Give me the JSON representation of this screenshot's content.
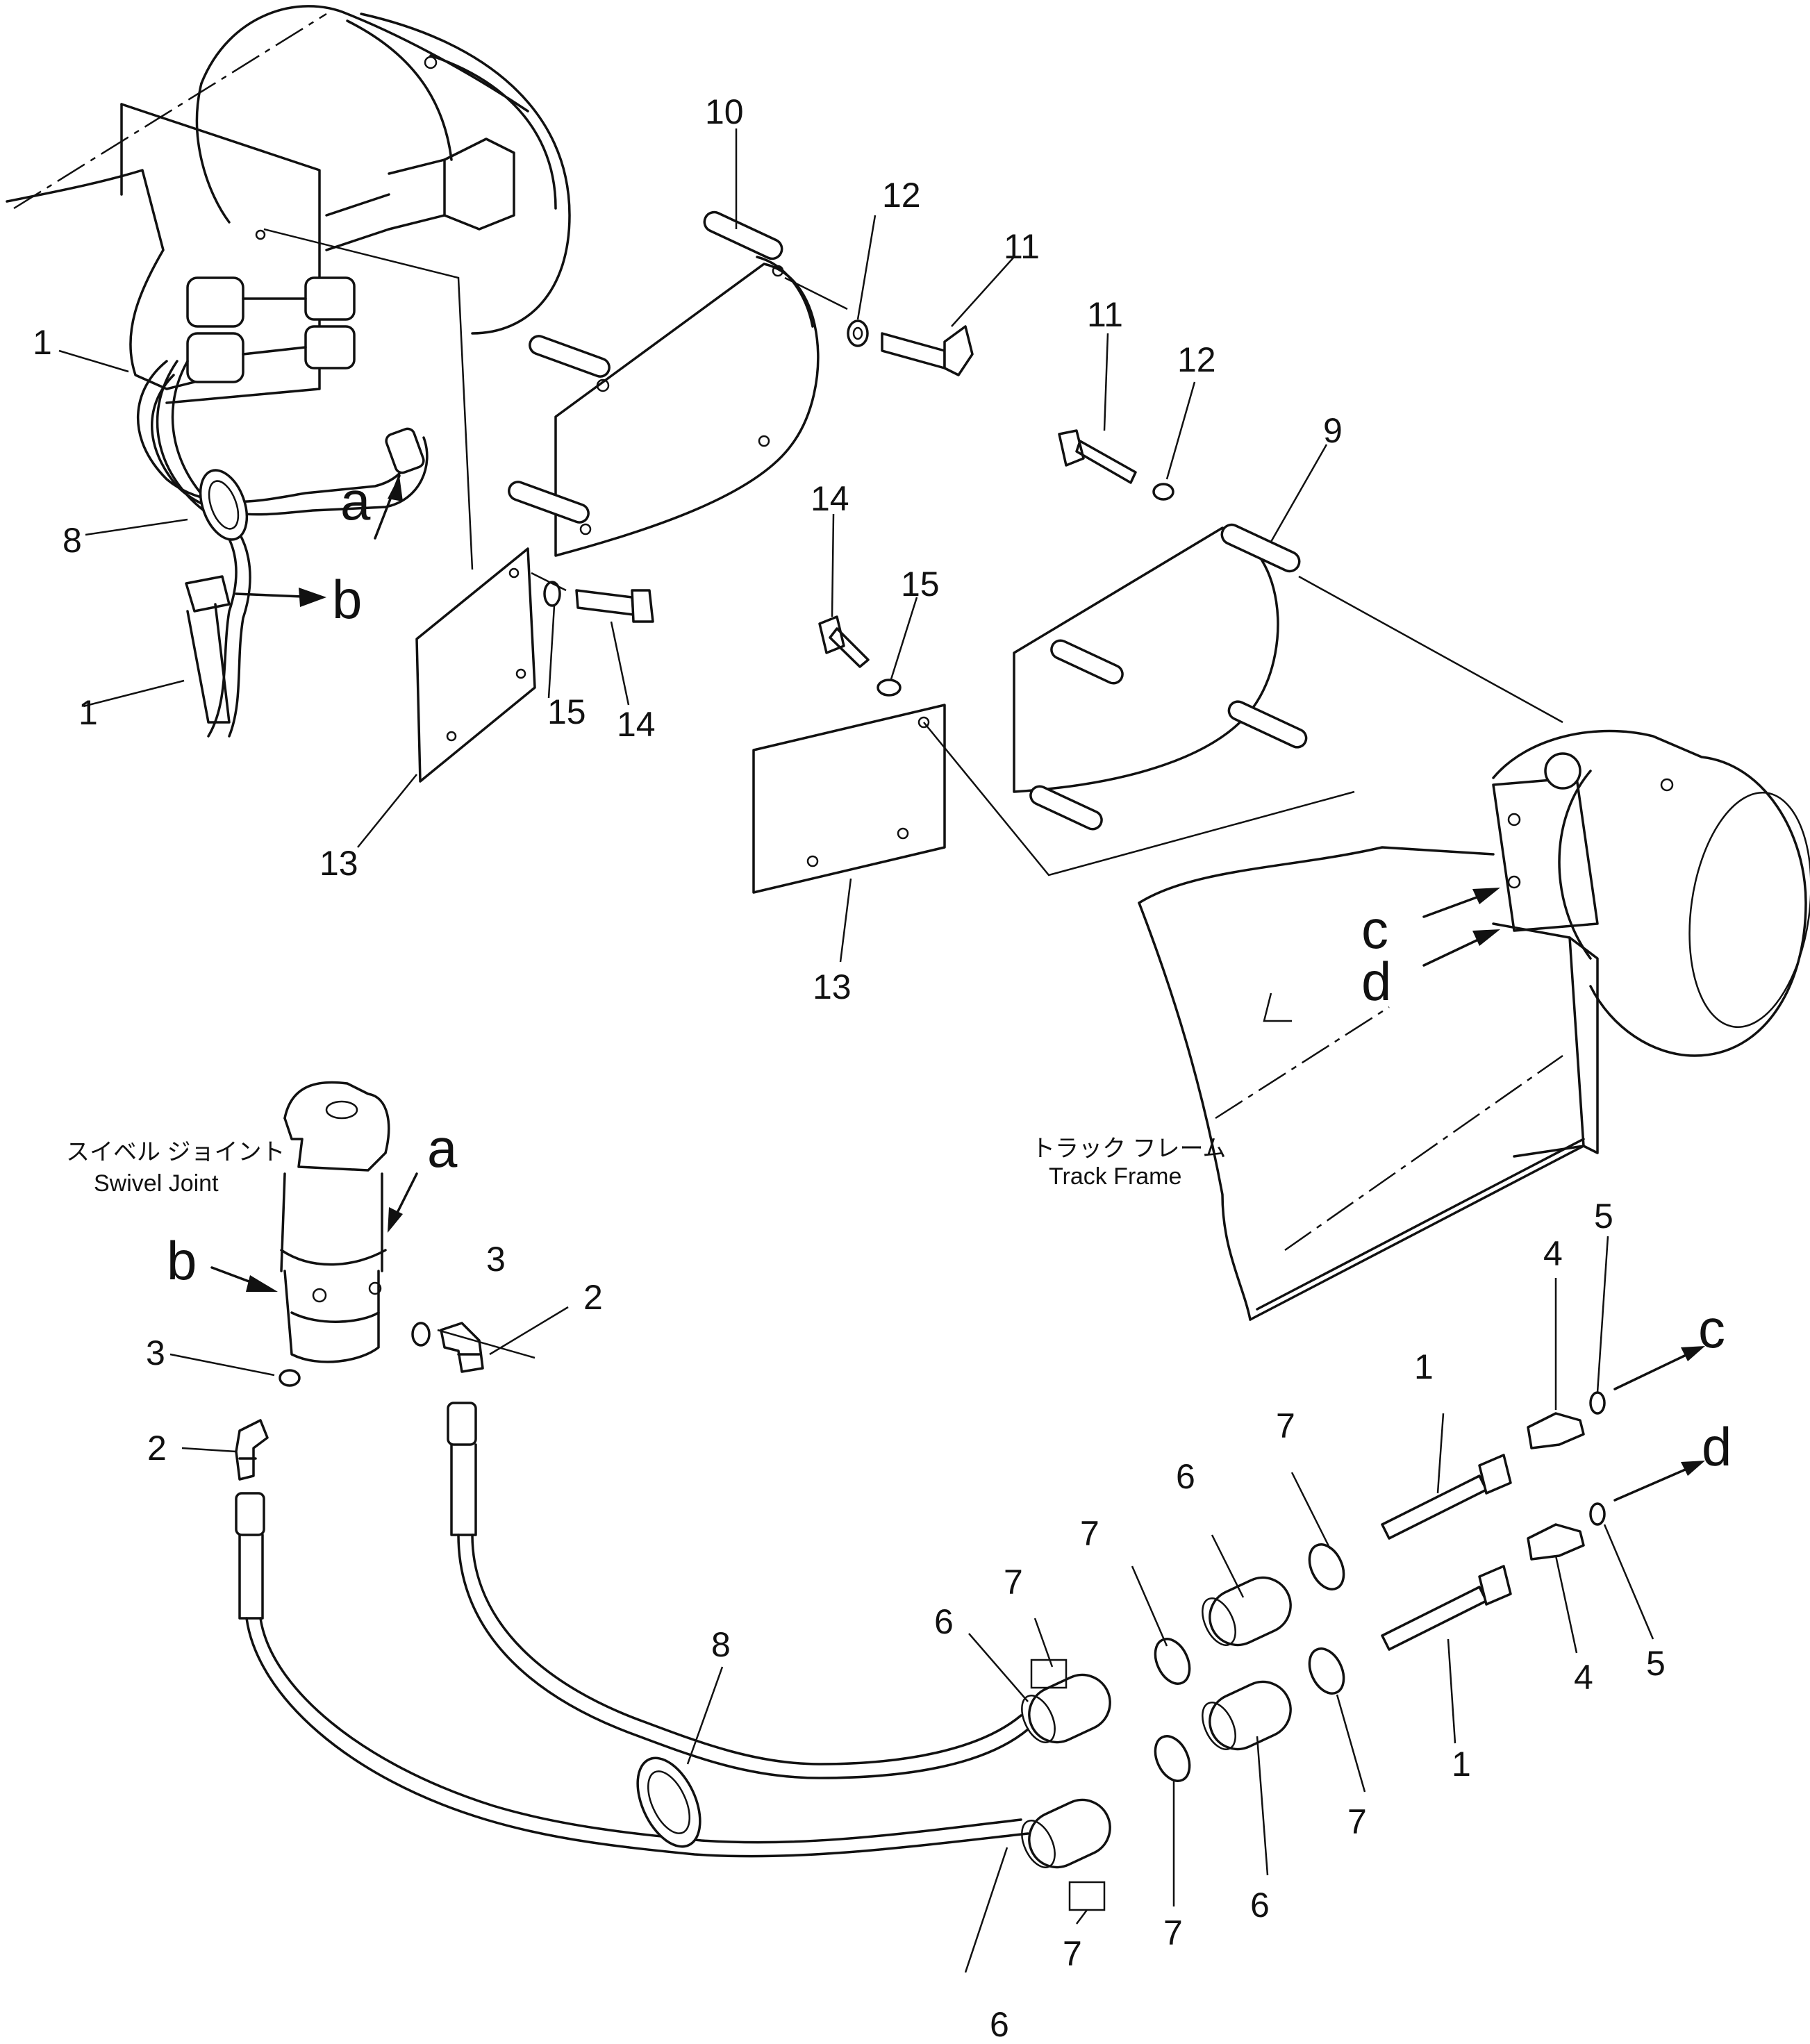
{
  "labels": {
    "swivel_joint_jp": "スイベル ジョイント",
    "swivel_joint_en": "Swivel Joint",
    "track_frame_jp": "トラック フレーム",
    "track_frame_en": "Track Frame",
    "a": "a",
    "b": "b",
    "c": "c",
    "d": "d"
  },
  "callouts": {
    "p1": "1",
    "p2": "2",
    "p3": "3",
    "p4": "4",
    "p5": "5",
    "p6": "6",
    "p7": "7",
    "p8": "8",
    "p9": "9",
    "p10": "10",
    "p11": "11",
    "p12": "12",
    "p13": "13",
    "p14": "14",
    "p15": "15"
  }
}
